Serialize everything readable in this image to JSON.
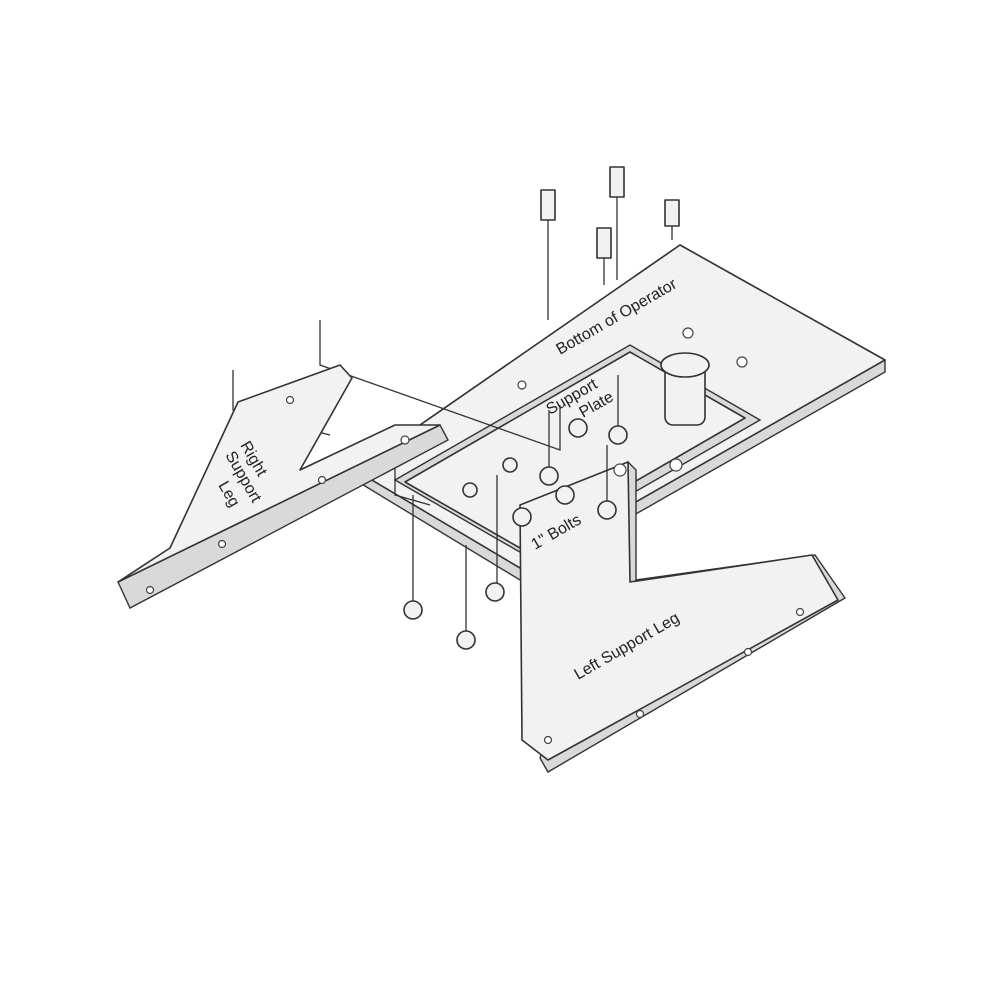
{
  "labels": {
    "operator": "Bottom of Operator",
    "support_plate_1": "Support",
    "support_plate_2": "Plate",
    "bolts": "1\" Bolts",
    "right_leg_1": "Right",
    "right_leg_2": "Support",
    "right_leg_3": "Leg",
    "left_leg": "Left Support Leg"
  }
}
